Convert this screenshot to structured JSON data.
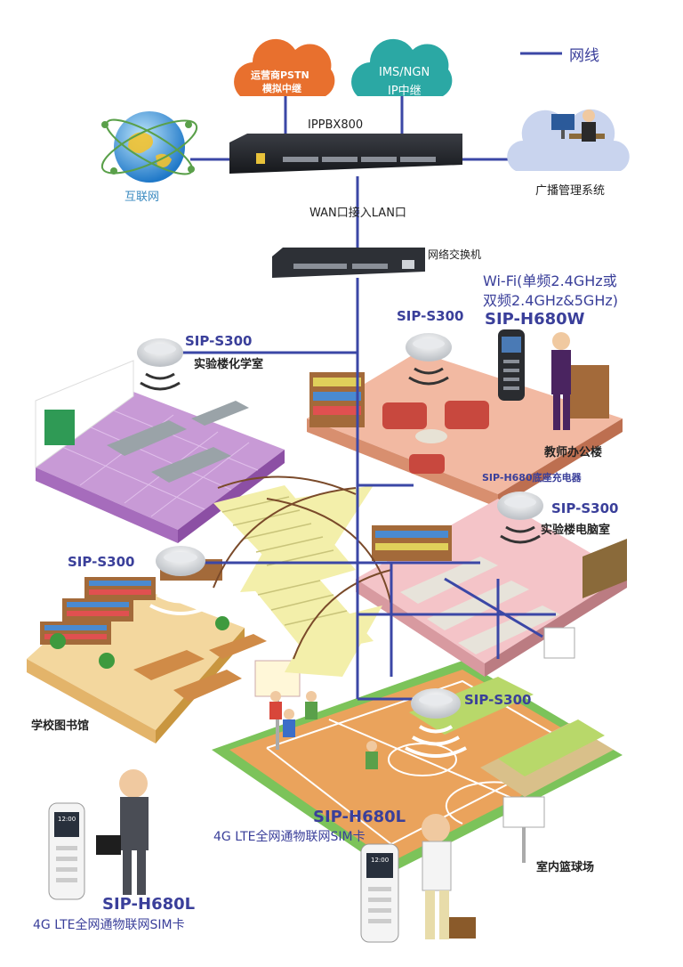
{
  "legend": {
    "network_cable": "网线"
  },
  "top": {
    "pstn_cloud": [
      "运营商PSTN",
      "模拟中继"
    ],
    "ims_cloud": [
      "IMS/NGN",
      "IP中继"
    ],
    "ippbx_label": "IPPBX800",
    "internet_label": "互联网",
    "broadcast_label": "广播管理系统",
    "wan_label": "WAN口接入LAN口",
    "switch_label": "网络交换机"
  },
  "wifi_note": [
    "Wi-Fi(单频2.4GHz或",
    "双频2.4GHz&5GHz)"
  ],
  "devices": {
    "s300": "SIP-S300",
    "h680w": "SIP-H680W",
    "h680l": "SIP-H680L",
    "charger": "SIP-H680底座充电器",
    "lte_note": "4G LTE全网通物联网SIM卡",
    "phone_time": "12:00"
  },
  "rooms": {
    "chem_lab": "实验楼化学室",
    "teacher_office": "教师办公楼",
    "computer_lab": "实验楼电脑室",
    "library": "学校图书馆",
    "basketball": "室内篮球场"
  },
  "colors": {
    "line": "#3b47a6",
    "pstn": "#e8702e",
    "ims": "#2ba8a4",
    "broadcast_cloud": "#c9d4ee",
    "chem_floor": "#c89ad6",
    "office_floor": "#f2b9a2",
    "lab_floor": "#f4c4c8",
    "library_floor": "#f3d79e",
    "court": "#eaa35c",
    "court_grass": "#7cc35a",
    "stairs": "#f3efaa"
  }
}
